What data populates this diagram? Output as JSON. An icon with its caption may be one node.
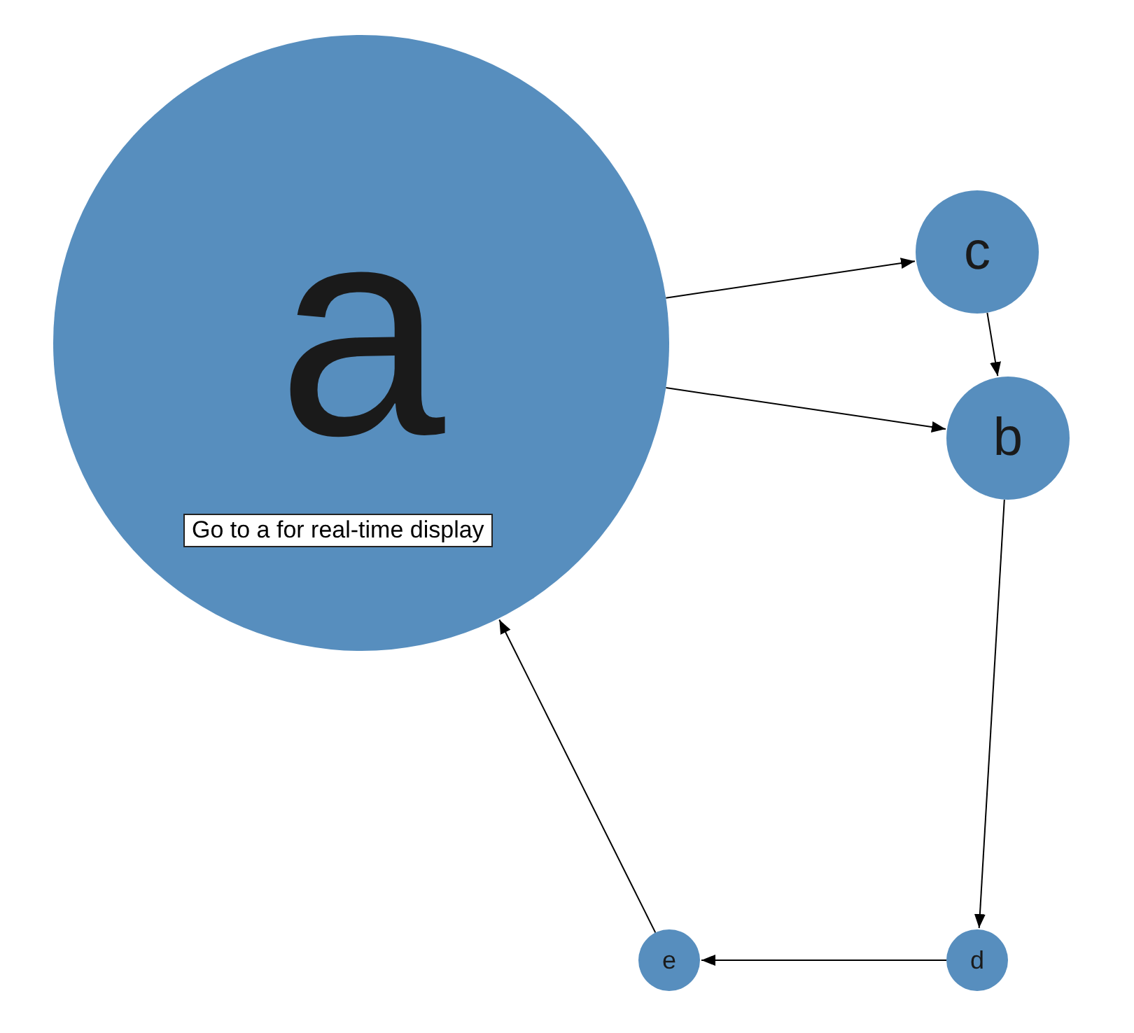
{
  "diagram": {
    "nodes": [
      {
        "text": [
          "a"
        ]
      },
      {
        "text": [
          "Go to a for real-time display"
        ],
        "in": 0
      },
      {
        "text": [
          "c"
        ]
      },
      {
        "text": [
          "b"
        ]
      },
      {
        "text": [
          "d"
        ]
      },
      {
        "text": [
          "e"
        ]
      }
    ],
    "edges": [
      {
        "from": 0,
        "to": 2,
        "arrow": "to"
      },
      {
        "from": 0,
        "to": 3,
        "arrow": "to"
      },
      {
        "from": 2,
        "to": 3,
        "arrow": "to"
      },
      {
        "from": 3,
        "to": 4,
        "arrow": "to"
      },
      {
        "from": 4,
        "to": 5,
        "arrow": "to"
      },
      {
        "from": 5,
        "to": 0,
        "arrow": "to"
      }
    ]
  }
}
